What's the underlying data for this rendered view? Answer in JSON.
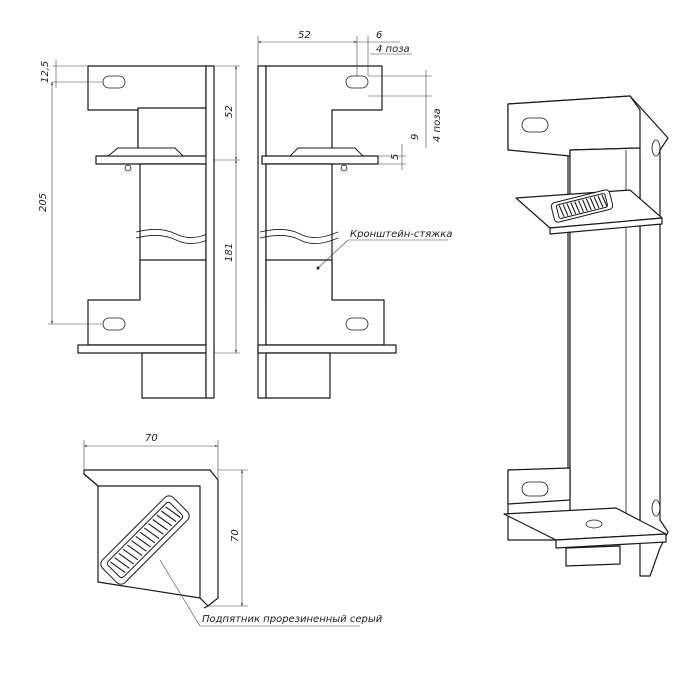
{
  "dimensions": {
    "d12_5": "12,5",
    "d205": "205",
    "d52_left": "52",
    "d181": "181",
    "d52_top": "52",
    "d6": "6",
    "d4_places_a": "4 поза",
    "d4_places_b": "4 поза",
    "d9": "9",
    "d5": "5",
    "d70_width": "70",
    "d70_height": "70"
  },
  "labels": {
    "bracket": "Кронштейн-стяжка",
    "pad": "Подпятник прорезиненный серый"
  },
  "colors": {
    "line": "#1a1a1a",
    "dimension": "#444444",
    "background": "#ffffff"
  }
}
